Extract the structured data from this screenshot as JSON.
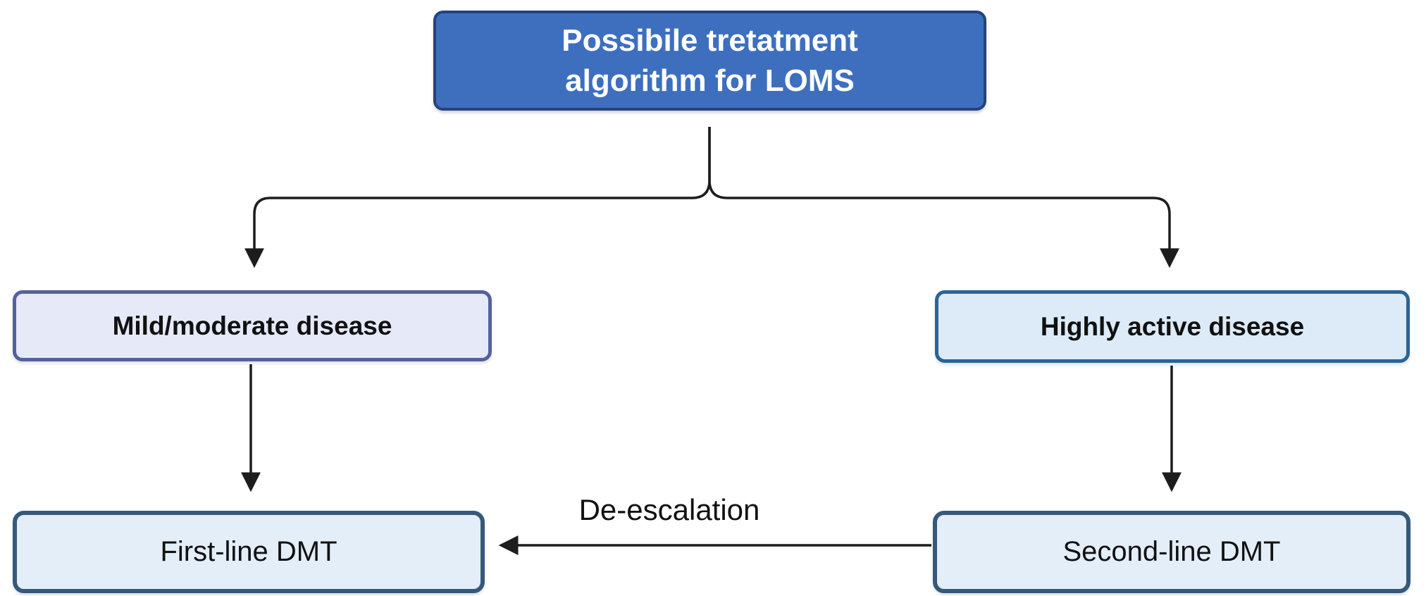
{
  "diagram": {
    "title": {
      "line1": "Possibile tretatment",
      "line2": "algorithm for LOMS"
    },
    "nodes": {
      "mild_moderate": {
        "label": "Mild/moderate disease"
      },
      "highly_active": {
        "label": "Highly active disease"
      },
      "first_line": {
        "label": "First-line DMT"
      },
      "second_line": {
        "label": "Second-line DMT"
      }
    },
    "edges": {
      "de_escalation": {
        "label": "De-escalation"
      }
    },
    "colors": {
      "title_fill": "#3E6FBE",
      "title_border": "#26427C",
      "title_text": "#FFFFFF",
      "mild_fill": "#E6E9F8",
      "mild_border": "#55619E",
      "highly_fill": "#DCEBF7",
      "highly_border": "#2A6496",
      "dmt_fill": "#E3EEF9",
      "dmt_border": "#35597A",
      "line": "#1D1D1D",
      "label_text": "#111111"
    }
  }
}
